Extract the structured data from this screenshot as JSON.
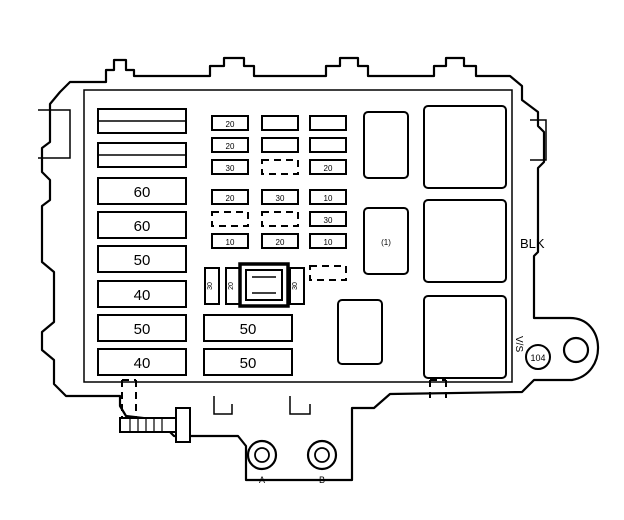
{
  "maxi_fuses_left": [
    "60",
    "60",
    "50",
    "40",
    "50",
    "40"
  ],
  "maxi_fuses_middle": [
    "50",
    "50"
  ],
  "mini_fuse_labels": {
    "r1c1": "20",
    "r1c2": "",
    "r2c1": "20",
    "r3c1": "30",
    "r3c3": "20",
    "r4c1": "20",
    "r4c2": "30",
    "r4c3": "10",
    "r5c3": "30",
    "r6c1": "10",
    "r6c2": "20",
    "r6c3": "10"
  },
  "small_relay_label": "(1)",
  "side_fuses": [
    "30",
    "20",
    "30"
  ],
  "labels": {
    "blk": "BLK",
    "vs": "V/S",
    "stud_104": "104",
    "terminal_a": "A",
    "terminal_b": "B"
  }
}
